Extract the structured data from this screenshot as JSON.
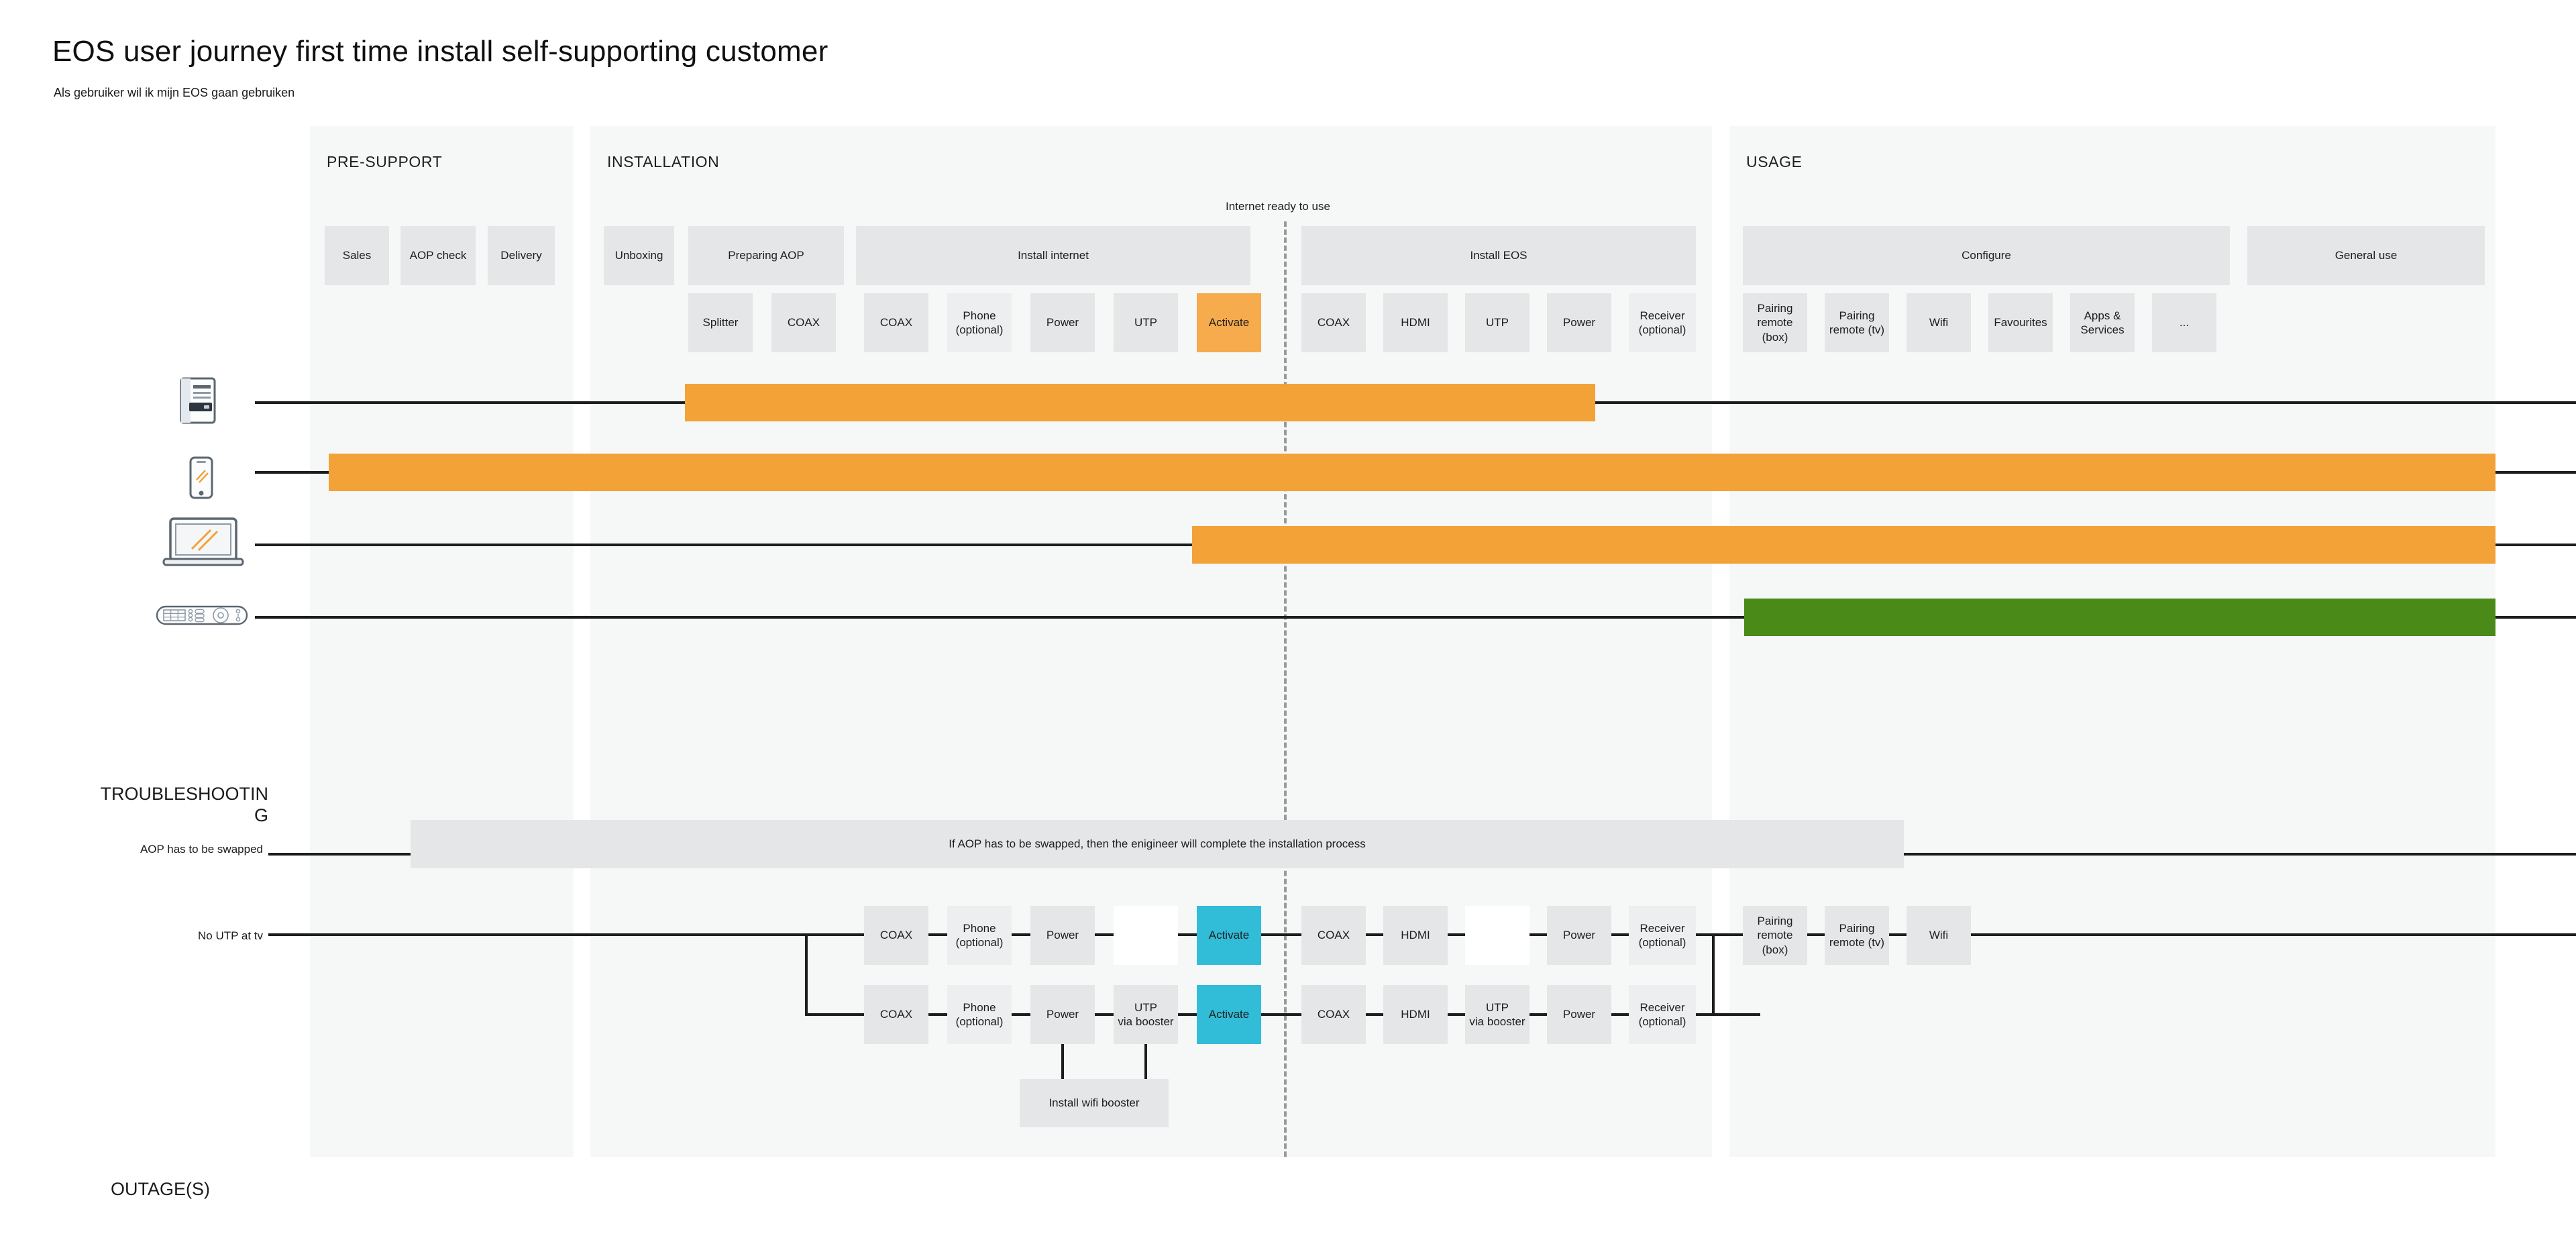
{
  "header": {
    "title": "EOS user journey first time install self-supporting customer",
    "subtitle": "Als gebruiker wil ik mijn EOS gaan gebruiken"
  },
  "milestone": {
    "label": "Internet ready to use"
  },
  "phases": [
    {
      "id": "pre-support",
      "title": "PRE-SUPPORT"
    },
    {
      "id": "installation",
      "title": "INSTALLATION"
    },
    {
      "id": "usage",
      "title": "USAGE"
    }
  ],
  "pre_support_steps": [
    {
      "label": "Sales"
    },
    {
      "label": "AOP check"
    },
    {
      "label": "Delivery"
    }
  ],
  "installation_main_steps": [
    {
      "label": "Unboxing"
    },
    {
      "label": "Preparing AOP"
    },
    {
      "label": "Install internet"
    },
    {
      "label": "Install EOS"
    }
  ],
  "installation_sub_steps": [
    {
      "label": "Splitter",
      "color": "grey"
    },
    {
      "label": "COAX",
      "color": "grey"
    },
    {
      "label": "COAX",
      "color": "grey"
    },
    {
      "label": "Phone\n(optional)",
      "color": "light"
    },
    {
      "label": "Power",
      "color": "grey"
    },
    {
      "label": "UTP",
      "color": "grey"
    },
    {
      "label": "Activate",
      "color": "orange"
    },
    {
      "label": "COAX",
      "color": "grey"
    },
    {
      "label": "HDMI",
      "color": "grey"
    },
    {
      "label": "UTP",
      "color": "grey"
    },
    {
      "label": "Power",
      "color": "grey"
    },
    {
      "label": "Receiver\n(optional)",
      "color": "light"
    }
  ],
  "usage_main_steps": [
    {
      "label": "Configure"
    },
    {
      "label": "General use"
    }
  ],
  "usage_sub_steps": [
    {
      "label": "Pairing\nremote\n(box)"
    },
    {
      "label": "Pairing\nremote (tv)"
    },
    {
      "label": "Wifi"
    },
    {
      "label": "Favourites"
    },
    {
      "label": "Apps &\nServices"
    },
    {
      "label": "..."
    }
  ],
  "channels": [
    {
      "icon": "letter-icon",
      "name": "letter"
    },
    {
      "icon": "smartphone-icon",
      "name": "smartphone"
    },
    {
      "icon": "laptop-icon",
      "name": "laptop"
    },
    {
      "icon": "tv-remote-icon",
      "name": "tv-remote"
    }
  ],
  "channel_bars": [
    {
      "channel": "letter",
      "color": "#f3a238",
      "kind": "orange"
    },
    {
      "channel": "smartphone",
      "color": "#f3a238",
      "kind": "orange"
    },
    {
      "channel": "laptop",
      "color": "#f3a238",
      "kind": "orange"
    },
    {
      "channel": "tv-remote",
      "color": "#4a8a19",
      "kind": "green"
    }
  ],
  "troubleshooting": {
    "title": "TROUBLESHOOTIN\nG",
    "rows": [
      {
        "label": "AOP has to be swapped"
      },
      {
        "label": "No UTP at tv"
      }
    ],
    "aop_banner": "If AOP has to be swapped, then the enigineer will complete the installation process",
    "branch_a": [
      {
        "label": "COAX",
        "color": "grey"
      },
      {
        "label": "Phone\n(optional)",
        "color": "light"
      },
      {
        "label": "Power",
        "color": "grey"
      },
      {
        "label": "",
        "color": "white"
      },
      {
        "label": "Activate",
        "color": "cyan"
      },
      {
        "label": "COAX",
        "color": "grey"
      },
      {
        "label": "HDMI",
        "color": "grey"
      },
      {
        "label": "",
        "color": "white"
      },
      {
        "label": "Power",
        "color": "grey"
      },
      {
        "label": "Receiver\n(optional)",
        "color": "light"
      }
    ],
    "branch_b": [
      {
        "label": "COAX",
        "color": "grey"
      },
      {
        "label": "Phone\n(optional)",
        "color": "light"
      },
      {
        "label": "Power",
        "color": "grey"
      },
      {
        "label": "UTP\nvia booster",
        "color": "grey"
      },
      {
        "label": "Activate",
        "color": "cyan"
      },
      {
        "label": "COAX",
        "color": "grey"
      },
      {
        "label": "HDMI",
        "color": "grey"
      },
      {
        "label": "UTP\nvia booster",
        "color": "grey"
      },
      {
        "label": "Power",
        "color": "grey"
      },
      {
        "label": "Receiver\n(optional)",
        "color": "light"
      }
    ],
    "branch_tail": [
      {
        "label": "Pairing\nremote\n(box)"
      },
      {
        "label": "Pairing\nremote (tv)"
      },
      {
        "label": "Wifi"
      }
    ],
    "booster_box": "Install wifi booster"
  },
  "outage": {
    "title": "OUTAGE(S)"
  },
  "colors": {
    "band": "#f6f8f8",
    "box_grey": "#e4e6e8",
    "box_light": "#eceeef",
    "accent_orange": "#f6ab4c",
    "bar_orange": "#f3a238",
    "bar_green": "#4a8a19",
    "accent_cyan": "#31bcd8",
    "line": "#1d1d1d",
    "divider": "#9a9a9a"
  }
}
